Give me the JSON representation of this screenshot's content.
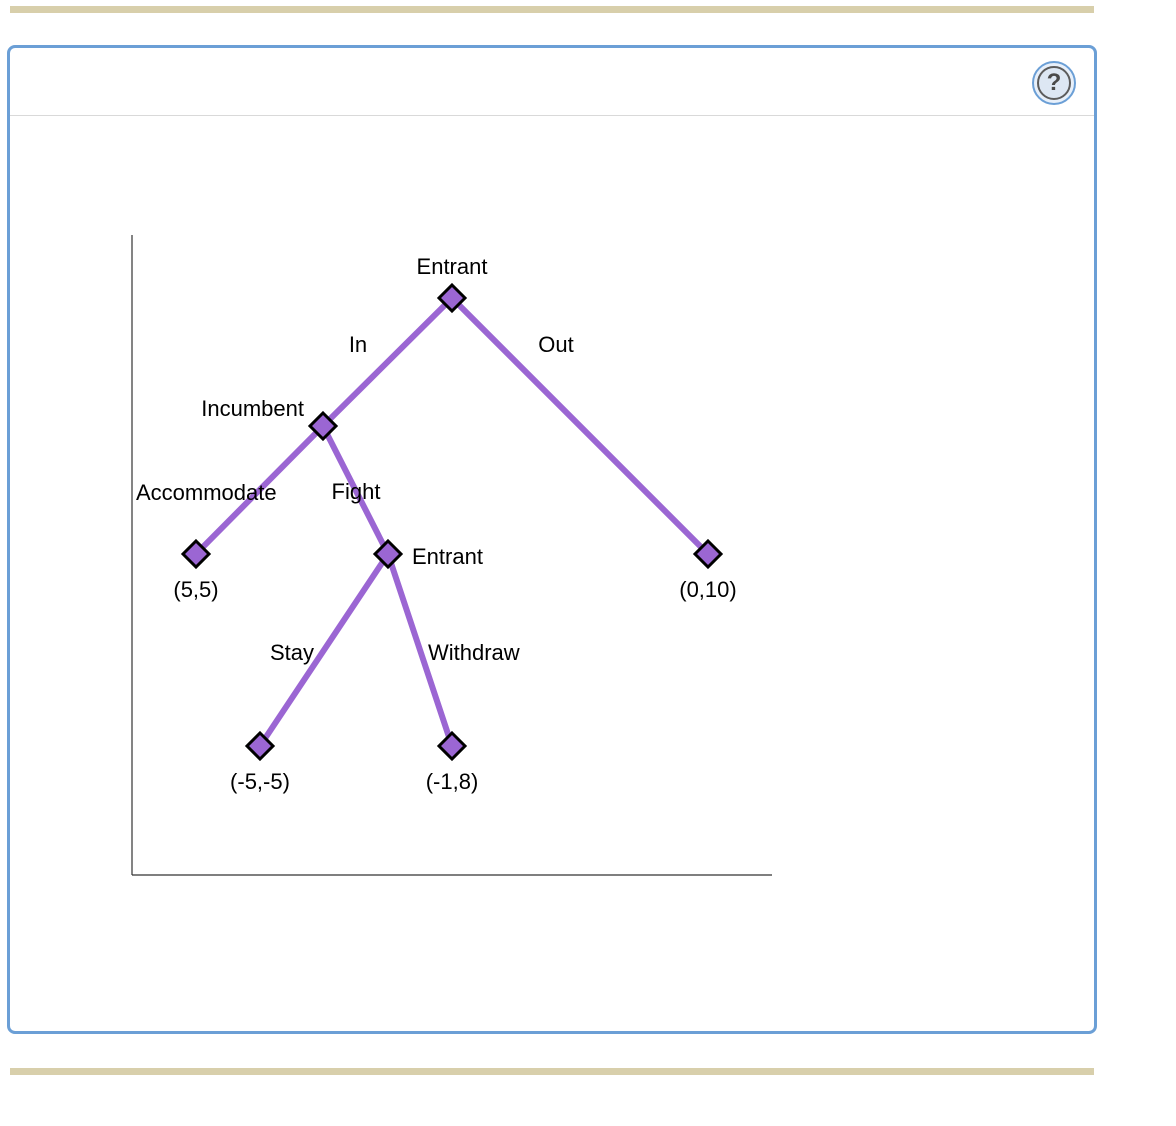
{
  "help": {
    "icon_glyph": "?"
  },
  "colors": {
    "branch": "#9b66d3",
    "node_fill": "#9b66d3",
    "node_stroke": "#000000",
    "panel_border": "#6b9fd6",
    "rule": "#d8cfab"
  },
  "tree": {
    "nodes": {
      "root": {
        "label": "Entrant"
      },
      "incumbent": {
        "label": "Incumbent"
      },
      "entrant2": {
        "label": "Entrant"
      },
      "out_leaf": {
        "label": "(0,10)"
      },
      "accommodate_leaf": {
        "label": "(5,5)"
      },
      "stay_leaf": {
        "label": "(-5,-5)"
      },
      "withdraw_leaf": {
        "label": "(-1,8)"
      }
    },
    "edges": {
      "in": {
        "label": "In",
        "from": "root",
        "to": "incumbent"
      },
      "out": {
        "label": "Out",
        "from": "root",
        "to": "out_leaf"
      },
      "accommodate": {
        "label": "Accommodate",
        "from": "incumbent",
        "to": "accommodate_leaf"
      },
      "fight": {
        "label": "Fight",
        "from": "incumbent",
        "to": "entrant2"
      },
      "stay": {
        "label": "Stay",
        "from": "entrant2",
        "to": "stay_leaf"
      },
      "withdraw": {
        "label": "Withdraw",
        "from": "entrant2",
        "to": "withdraw_leaf"
      }
    }
  }
}
